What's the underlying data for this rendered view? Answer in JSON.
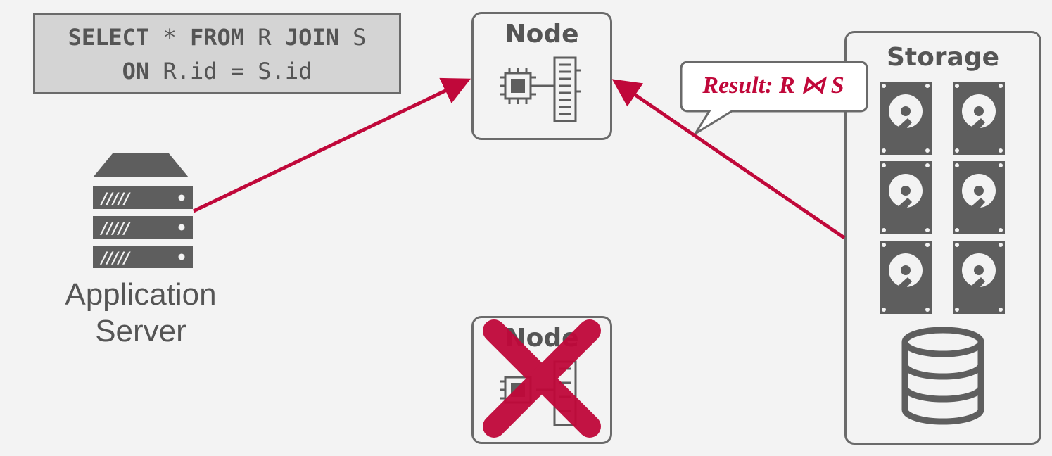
{
  "sql": {
    "line1": [
      {
        "t": "SELECT",
        "kw": true
      },
      {
        "t": " * ",
        "kw": false
      },
      {
        "t": "FROM",
        "kw": true
      },
      {
        "t": " R ",
        "kw": false
      },
      {
        "t": "JOIN",
        "kw": true
      },
      {
        "t": " S",
        "kw": false
      }
    ],
    "line2": [
      {
        "t": "ON",
        "kw": true
      },
      {
        "t": " R.id = S.id",
        "kw": false
      }
    ]
  },
  "app_server": {
    "label_line1": "Application",
    "label_line2": "Server"
  },
  "node_active": {
    "title": "Node"
  },
  "node_failed": {
    "title": "Node"
  },
  "storage": {
    "title": "Storage"
  },
  "callout": {
    "text": "Result: R ⋈ S"
  },
  "colors": {
    "accent": "#c0083a",
    "gray": "#6a6a6a",
    "icon": "#5e5e5e"
  }
}
